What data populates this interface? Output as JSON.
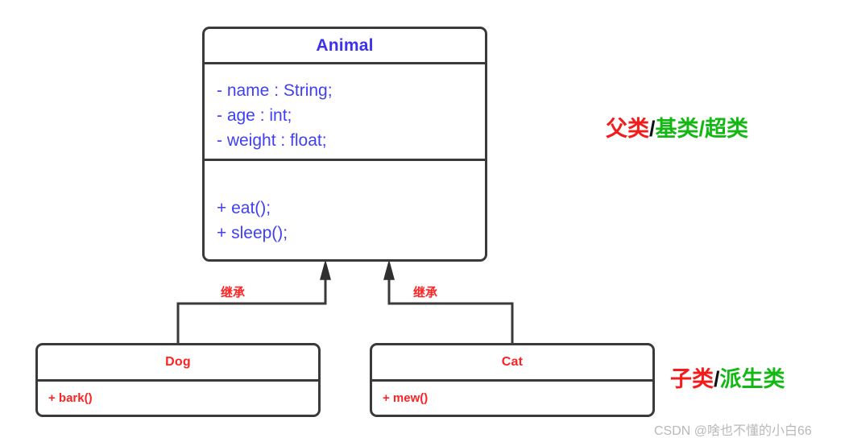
{
  "diagram": {
    "type": "uml-class-diagram",
    "superclass": {
      "name": "Animal",
      "attributes": [
        "- name : String;",
        "- age : int;",
        "- weight : float;"
      ],
      "methods": [
        "+ eat();",
        "+ sleep();"
      ]
    },
    "subclasses": [
      {
        "name": "Dog",
        "methods": [
          "+ bark()"
        ]
      },
      {
        "name": "Cat",
        "methods": [
          "+ mew()"
        ]
      }
    ],
    "relations": [
      {
        "label": "继承",
        "from": "Dog",
        "to": "Animal"
      },
      {
        "label": "继承",
        "from": "Cat",
        "to": "Animal"
      }
    ]
  },
  "annotations": {
    "superclass": {
      "red": "父类",
      "slash": "/",
      "green": "基类/超类"
    },
    "subclass": {
      "red": "子类",
      "slash": "/",
      "green": "派生类"
    }
  },
  "watermark": "CSDN @啥也不懂的小白66",
  "colors": {
    "superclass_text": "#3b33f0",
    "subclass_text": "#fb2323",
    "relation_label": "#fb2323",
    "box_border": "#3a3a3a",
    "annotation_red": "#f41b1b",
    "annotation_green": "#14b814",
    "background": "#ffffff"
  }
}
